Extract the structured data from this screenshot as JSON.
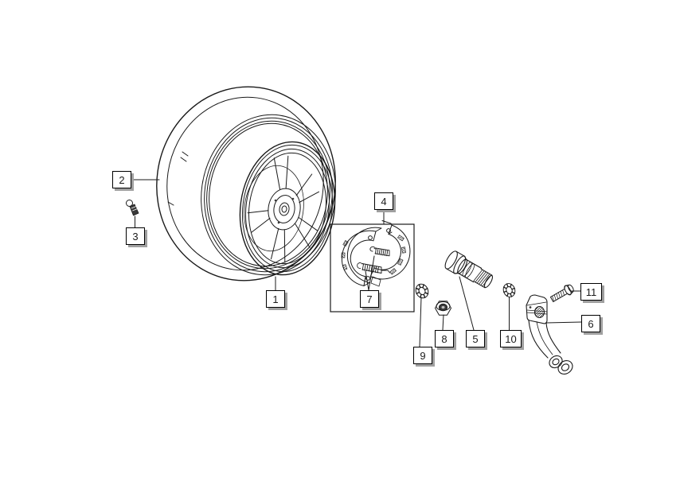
{
  "theme": {
    "bg": "#ffffff",
    "ink": "#1a1a1a",
    "label-bg": "#ffffff",
    "label-border": "#000000",
    "label-shadow": "#a0a0a0",
    "dark-fill": "#3a3a3a"
  },
  "diagram": {
    "type": "exploded-parts-drawing",
    "subject": "rear wheel assembly with drum brake components"
  },
  "parts": [
    {
      "num": "1"
    },
    {
      "num": "2"
    },
    {
      "num": "3"
    },
    {
      "num": "4"
    },
    {
      "num": "5"
    },
    {
      "num": "6"
    },
    {
      "num": "7"
    },
    {
      "num": "8"
    },
    {
      "num": "9"
    },
    {
      "num": "10"
    },
    {
      "num": "11"
    }
  ]
}
